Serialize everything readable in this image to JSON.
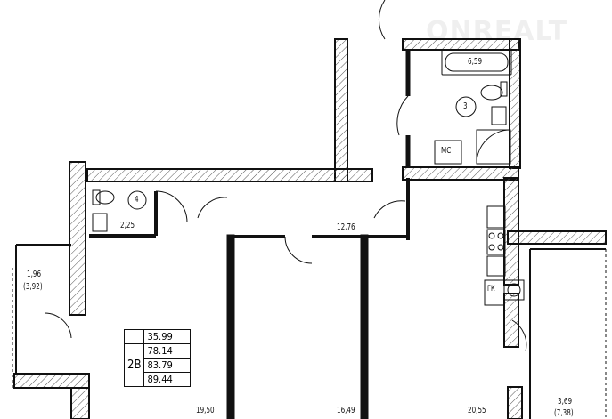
{
  "watermark": "ONREALT",
  "rooms": {
    "bathroom": {
      "number": "3",
      "area": "6,59",
      "shower_label": "МС"
    },
    "wc": {
      "number": "4",
      "area": "2,25"
    },
    "hall": {
      "area": "12,76"
    },
    "balcony_left": {
      "area": "1,96",
      "area_full": "(3,92)"
    },
    "room_left": {
      "area": "19,50"
    },
    "room_middle": {
      "area": "16,49"
    },
    "kitchen": {
      "area": "20,55",
      "gas_label": "ГК"
    },
    "balcony_right": {
      "area": "3,69",
      "area_full": "(7,38)"
    }
  },
  "apartment": {
    "type": "2В",
    "areas": [
      "35.99",
      "78.14",
      "83.79",
      "89.44"
    ]
  },
  "colors": {
    "wall": "#111111",
    "hatch": "#555555"
  }
}
